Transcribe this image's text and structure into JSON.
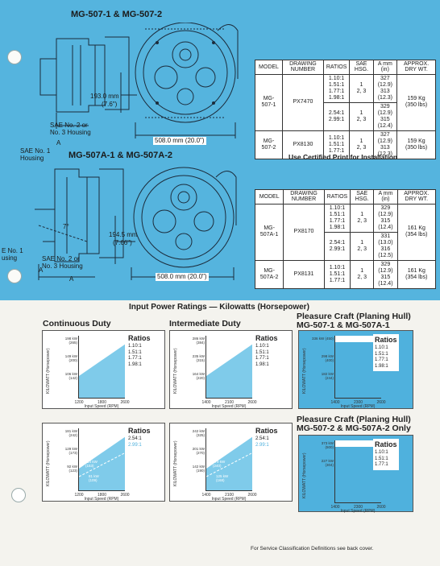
{
  "top_title1": "MG-507-1 & MG-507-2",
  "top_title2": "MG-507A-1 & MG-507A-2",
  "dims1": {
    "h": "193.0 mm",
    "h_in": "(7.6\")",
    "w": "508.0 mm (20.0\")",
    "sae": "SAE No. 2 or\nNo. 3 Housing",
    "a": "A",
    "sae1": "SAE No. 1\nHousing"
  },
  "dims2": {
    "h": "194.5 mm",
    "h_in": "(7.66\")",
    "w": "508.0 mm (20.0\")",
    "sae": "SAE No. 2 or\nNo. 3 Housing",
    "a1": "A",
    "a2": "A",
    "angle": "7°",
    "sae1": "E No. 1\nusing"
  },
  "note": "Use Certified Print for Installation",
  "table_headers": [
    "MODEL",
    "DRAWING NUMBER",
    "RATIOS",
    "SAE HSG.",
    "A mm (in)",
    "APPROX. DRY WT."
  ],
  "table1": [
    {
      "model": "MG-507-1",
      "drawing": "PX7470",
      "ratios": "1.10:1\n1.51:1\n1.77:1\n1.98:1",
      "sae": "1\n2, 3",
      "a": "327 (12.9)\n313 (12.3)",
      "wt": "159 Kg\n(350 lbs)"
    },
    {
      "model": "",
      "drawing": "",
      "ratios": "2.54:1\n2.99:1",
      "sae": "1\n2, 3",
      "a": "329 (12.9)\n315 (12.4)",
      "wt": ""
    },
    {
      "model": "MG-507-2",
      "drawing": "PX8130",
      "ratios": "1.10:1\n1.51:1\n1.77:1",
      "sae": "1\n2, 3",
      "a": "327 (12.9)\n313 (12.3)",
      "wt": "159 Kg\n(350 lbs)"
    }
  ],
  "table2": [
    {
      "model": "MG-507A-1",
      "drawing": "PX8170",
      "ratios": "1.10:1\n1.51:1\n1.77:1\n1.98:1",
      "sae": "1\n2, 3",
      "a": "329 (12.9)\n315 (12.4)",
      "wt": "161 Kg\n(354 lbs)"
    },
    {
      "model": "",
      "drawing": "",
      "ratios": "2.54:1\n2.99:1",
      "sae": "1\n2, 3",
      "a": "331 (13.0)\n316 (12.5)",
      "wt": ""
    },
    {
      "model": "MG-507A-2",
      "drawing": "PX8131",
      "ratios": "1.10:1\n1.51:1\n1.77:1",
      "sae": "1\n2, 3",
      "a": "329 (12.9)\n315 (12.4)",
      "wt": "161 Kg\n(354 lbs)"
    }
  ],
  "ratings_title": "Input Power Ratings — Kilowatts (Horsepower)",
  "sections": {
    "continuous": "Continuous Duty",
    "intermediate": "Intermediate Duty",
    "pleasure1": "Pleasure Craft (Planing Hull)\nMG-507-1 & MG-507A-1",
    "pleasure2": "Pleasure Craft (Planing Hull)\nMG-507-2 & MG-507A-2 Only"
  },
  "axis": {
    "y": "KILOWATT (Horsepower)",
    "x": "Input Speed (RPM)"
  },
  "footer": "For Service Classification Definitions see back cover.",
  "charts": [
    {
      "id": "c1",
      "ratios_title": "Ratios",
      "ratios": [
        "1.10:1",
        "1.51:1",
        "1.77:1",
        "1.98:1"
      ],
      "yticks": [
        "198 kW\n(265)",
        "149 kW\n(200)",
        "106 kW\n(142)"
      ],
      "xticks": [
        "1200",
        "1800",
        "2600"
      ],
      "x": [
        1200,
        2600
      ],
      "y": [
        106,
        198
      ]
    },
    {
      "id": "c2",
      "ratios_title": "Ratios",
      "ratios": [
        "1.10:1",
        "1.51:1",
        "1.77:1",
        "1.98:1"
      ],
      "yticks": [
        "286 kW\n(384)",
        "235 kW\n(315)",
        "164 kW\n(220)"
      ],
      "xticks": [
        "1400",
        "2100",
        "2600"
      ],
      "x": [
        1400,
        2600
      ],
      "y": [
        164,
        286
      ]
    },
    {
      "id": "c3",
      "ratios_title": "Ratios",
      "ratios": [
        "1.10:1",
        "1.51:1",
        "1.77:1",
        "1.98:1"
      ],
      "yticks": [
        "336 kW (450)",
        "298 kW\n(400)",
        "182 kW\n(244)"
      ],
      "xticks": [
        "1400",
        "2300",
        "2600"
      ],
      "x": [
        1400,
        2600
      ],
      "y": [
        182,
        336
      ]
    },
    {
      "id": "c4",
      "ratios_title": "Ratios",
      "ratios": [
        "2.54:1",
        "2.99:1"
      ],
      "yticks": [
        "181 kW\n(242)",
        "129 kW\n(173)",
        "92 kW\n(123)"
      ],
      "inner": [
        "160 kW\n(215)",
        "114 kW\n(153)",
        "81 kW\n(109)"
      ],
      "xticks": [
        "1200",
        "1800",
        "2600"
      ],
      "x": [
        1200,
        2600
      ],
      "y": [
        92,
        181
      ]
    },
    {
      "id": "c5",
      "ratios_title": "Ratios",
      "ratios": [
        "2.54:1",
        "2.99:1"
      ],
      "yticks": [
        "242 kW\n(325)",
        "201 kW\n(270)",
        "142 kW\n(190)"
      ],
      "inner": [
        "214 kW\n(287)",
        "179 kW\n(240)",
        "125 kW\n(168)"
      ],
      "xticks": [
        "1400",
        "2100",
        "2600"
      ],
      "x": [
        1400,
        2600
      ],
      "y": [
        142,
        242
      ]
    },
    {
      "id": "c6",
      "ratios_title": "Ratios",
      "ratios": [
        "1.10:1",
        "1.51:1",
        "1.77:1"
      ],
      "yticks": [
        "373 kW\n(500)",
        "227 kW\n(304)"
      ],
      "xticks": [
        "1400",
        "2300",
        "2600"
      ],
      "x": [
        1400,
        2600
      ],
      "y": [
        227,
        373
      ]
    }
  ]
}
